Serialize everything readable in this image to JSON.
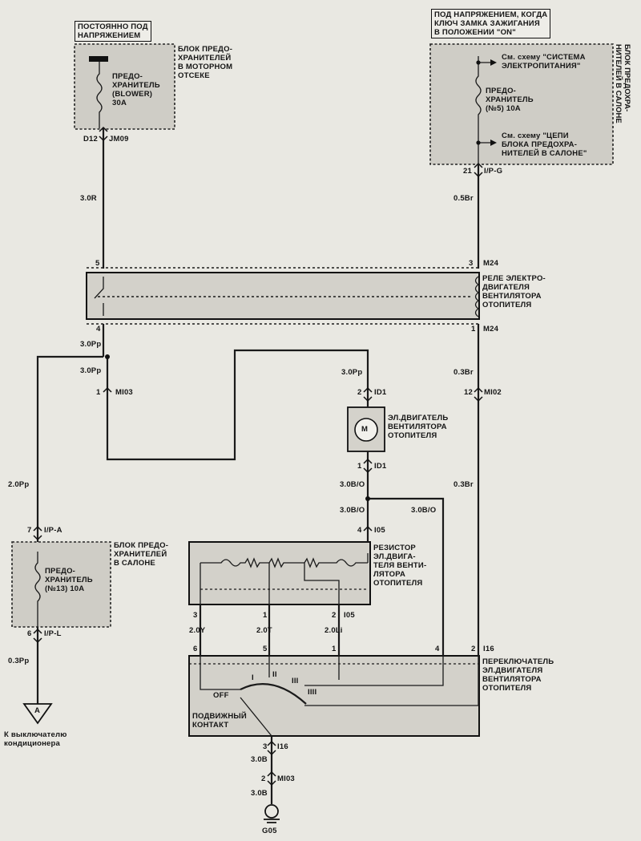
{
  "power": {
    "constant_label": "ПОСТОЯННО ПОД\nНАПРЯЖЕНИЕМ",
    "ignition_label": "ПОД НАПРЯЖЕНИЕМ, КОГДА\nКЛЮЧ ЗАМКА ЗАЖИГАНИЯ\nВ ПОЛОЖЕНИИ \"ON\""
  },
  "engine_fuse_box": {
    "title": "БЛОК ПРЕДО-\nХРАНИТЕЛЕЙ\nВ МОТОРНОМ\nОТСЕКЕ",
    "fuse": "ПРЕДО-\nХРАНИТЕЛЬ\n(BLOWER)\n30А"
  },
  "cabin_fuse_box_right": {
    "title": "БЛОК ПРЕДОХРА-\nНИТЕЛЕЙ В САЛОНЕ",
    "ref_top": "См. схему \"СИСТЕМА\nЭЛЕКТРОПИТАНИЯ\"",
    "fuse": "ПРЕДО-\nХРАНИТЕЛЬ\n(№5) 10А",
    "ref_bottom": "См. схему \"ЦЕПИ\nБЛОКА ПРЕДОХРА-\nНИТЕЛЕЙ В САЛОНЕ\""
  },
  "relay": {
    "title": "РЕЛЕ ЭЛЕКТРО-\nДВИГАТЕЛЯ\nВЕНТИЛЯТОРА\nОТОПИТЕЛЯ"
  },
  "motor": {
    "title": "ЭЛ.ДВИГАТЕЛЬ\nВЕНТИЛЯТОРА\nОТОПИТЕЛЯ",
    "symbol": "M"
  },
  "resistor": {
    "title": "РЕЗИСТОР\nЭЛ.ДВИГА-\nТЕЛЯ ВЕНТИ-\nЛЯТОРА\nОТОПИТЕЛЯ"
  },
  "cabin_fuse_box_left": {
    "title": "БЛОК ПРЕДО-\nХРАНИТЕЛЕЙ\nВ САЛОНЕ",
    "fuse": "ПРЕДО-\nХРАНИТЕЛЬ\n(№13) 10А"
  },
  "switch": {
    "title": "ПЕРЕКЛЮЧАТЕЛЬ\nЭЛ.ДВИГАТЕЛЯ\nВЕНТИЛЯТОРА\nОТОПИТЕЛЯ",
    "contact": "ПОДВИЖНЫЙ\nКОНТАКТ",
    "off": "OFF",
    "pos1": "I",
    "pos2": "II",
    "pos3": "III",
    "pos4": "IIII"
  },
  "connector_a": {
    "letter": "A",
    "caption": "К выключателю\nкондиционера"
  },
  "ground": "G05",
  "pins": {
    "d12": "D12",
    "jm09": "JM09",
    "p21": "21",
    "ipg": "I/P-G",
    "p5": "5",
    "p3": "3",
    "m24a": "M24",
    "p4": "4",
    "p1": "1",
    "m24b": "M24",
    "p1mi03": "1",
    "mi03a": "MI03",
    "p2id1": "2",
    "id1a": "ID1",
    "p12": "12",
    "mi02": "MI02",
    "p1id1": "1",
    "id1b": "ID1",
    "p7": "7",
    "ipa": "I/P-A",
    "p4i05": "4",
    "i05a": "I05",
    "p3r": "3",
    "p1r": "1",
    "p2r": "2",
    "i05b": "I05",
    "p6": "6",
    "ipl": "I/P-L",
    "p6s": "6",
    "p5s": "5",
    "p1s": "1",
    "p4s": "4",
    "p2s": "2",
    "i16a": "I16",
    "p3g": "3",
    "i16b": "I16",
    "p2g": "2",
    "mi03b": "MI03"
  },
  "wires": {
    "w30r": "3.0R",
    "w05br": "0.5Br",
    "w30pp_a": "3.0Pp",
    "w30pp_b": "3.0Pp",
    "w30pp_c": "3.0Pp",
    "w03br_a": "0.3Br",
    "w03br_b": "0.3Br",
    "w20pp": "2.0Pp",
    "w30bo_a": "3.0B/O",
    "w30bo_b": "3.0B/O",
    "w30bo_c": "3.0B/O",
    "w20y": "2.0Y",
    "w20t": "2.0T",
    "w20li": "2.0Li",
    "w03pp": "0.3Pp",
    "w30b_a": "3.0B",
    "w30b_b": "3.0B"
  }
}
